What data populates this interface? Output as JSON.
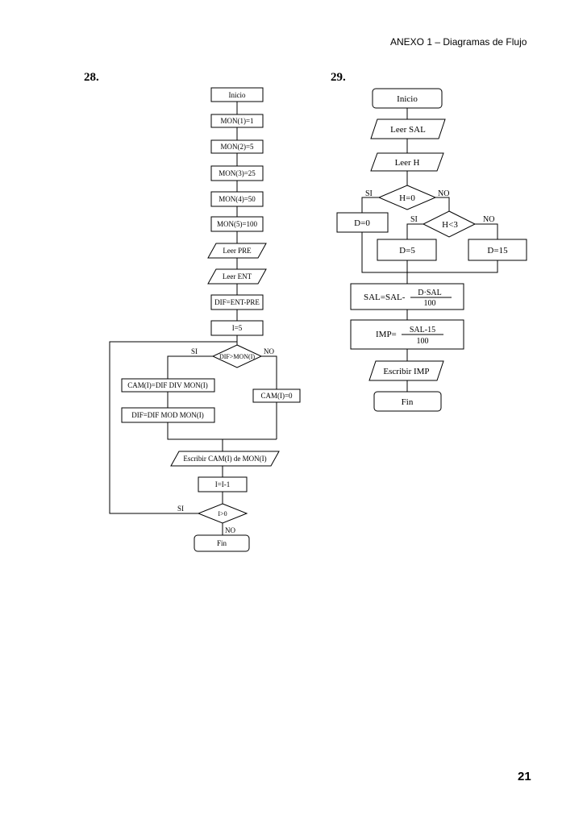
{
  "header": {
    "title": "ANEXO 1 – Diagramas de Flujo",
    "page_number": "21"
  },
  "flow28": {
    "number": "28.",
    "start": "Inicio",
    "mon1": "MON(1)=1",
    "mon2": "MON(2)=5",
    "mon3": "MON(3)=25",
    "mon4": "MON(4)=50",
    "mon5": "MON(5)=100",
    "read_pre": "Leer PRE",
    "read_ent": "Leer ENT",
    "dif": "DIF=ENT-PRE",
    "i_init": "I=5",
    "cond1": "DIF>MON(I)",
    "yes1": "SI",
    "no1": "NO",
    "cam_div": "CAM(I)=DIF DIV MON(I)",
    "cam_zero": "CAM(I)=0",
    "dif_mod": "DIF=DIF MOD MON(I)",
    "write": "Escribir CAM(I) de MON(I)",
    "dec": "I=I-1",
    "cond2": "I>0",
    "yes2": "SI",
    "no2": "NO",
    "end": "Fin"
  },
  "flow29": {
    "number": "29.",
    "start": "Inicio",
    "read_sal": "Leer SAL",
    "read_h": "Leer H",
    "cond1": "H=0",
    "yes1": "SI",
    "no1": "NO",
    "d0": "D=0",
    "cond2": "H<3",
    "yes2": "SI",
    "no2": "NO",
    "d5": "D=5",
    "d15": "D=15",
    "sal_prefix": "SAL=SAL-",
    "sal_num": "D·SAL",
    "sal_den": "100",
    "imp_prefix": "IMP=",
    "imp_num": "SAL-15",
    "imp_den": "100",
    "write": "Escribir IMP",
    "end": "Fin"
  }
}
